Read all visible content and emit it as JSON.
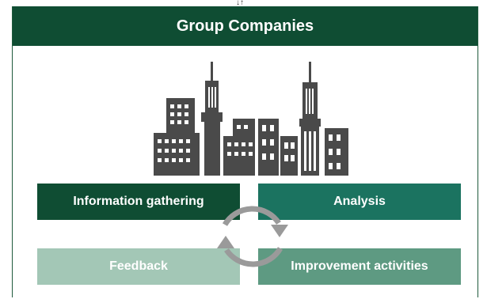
{
  "panel": {
    "title": "Group Companies"
  },
  "cycle": {
    "steps": [
      "Information gathering",
      "Analysis",
      "Improvement activities",
      "Feedback"
    ]
  },
  "icons": [
    "down-arrow-icon",
    "city-buildings-icon",
    "cycle-arrows-icon"
  ],
  "colors": {
    "dark_green": "#0f4d33",
    "teal": "#1b7360",
    "mid_green": "#5e9a82",
    "light_green": "#a3c7b6",
    "cycle_gray": "#9a9a9a",
    "building_gray": "#4a4a4a"
  }
}
